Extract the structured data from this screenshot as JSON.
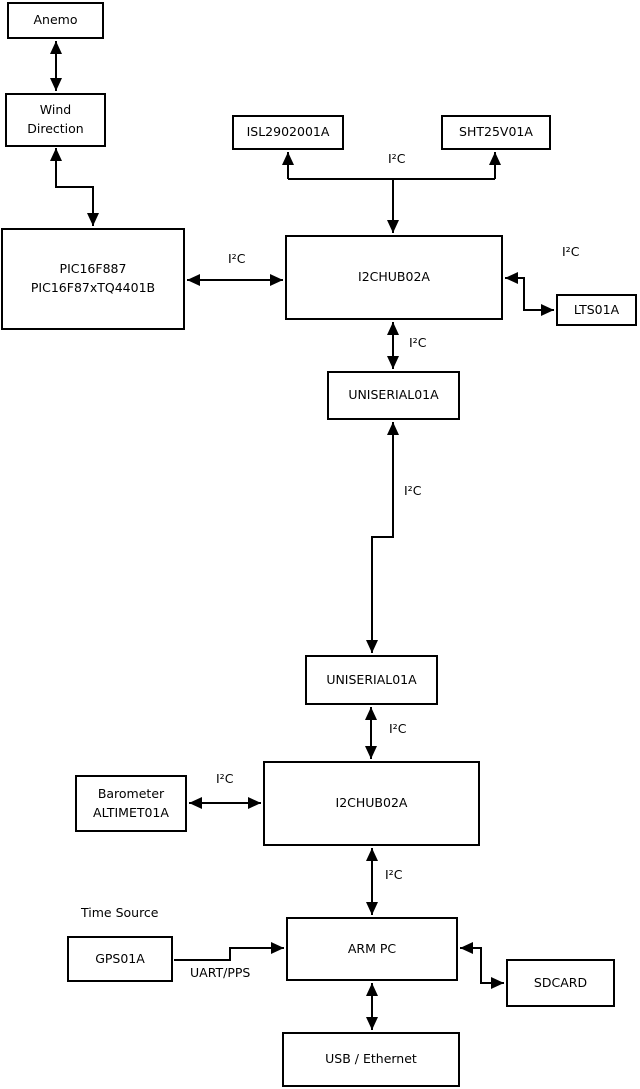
{
  "diagram": {
    "nodes": {
      "anemo": {
        "label": "Anemo"
      },
      "wind_direction": {
        "line1": "Wind",
        "line2": "Direction"
      },
      "pic": {
        "line1": "PIC16F887",
        "line2": "PIC16F87xTQ4401B"
      },
      "isl": {
        "label": "ISL2902001A"
      },
      "sht": {
        "label": "SHT25V01A"
      },
      "i2chub_top": {
        "label": "I2CHUB02A"
      },
      "lts": {
        "label": "LTS01A"
      },
      "uniserial_top": {
        "label": "UNISERIAL01A"
      },
      "uniserial_bottom": {
        "label": "UNISERIAL01A"
      },
      "i2chub_bottom": {
        "label": "I2CHUB02A"
      },
      "barometer": {
        "line1": "Barometer",
        "line2": "ALTIMET01A"
      },
      "arm_pc": {
        "label": "ARM PC"
      },
      "gps": {
        "label": "GPS01A"
      },
      "sdcard": {
        "label": "SDCARD"
      },
      "usb_ethernet": {
        "label": "USB / Ethernet"
      }
    },
    "labels": {
      "i2c": "I²C",
      "uart_pps": "UART/PPS",
      "time_source": "Time Source"
    },
    "colors": {
      "line": "#000000",
      "box_border": "#000000",
      "box_fill": "#ffffff",
      "background": "#ffffff",
      "text": "#000000"
    }
  }
}
